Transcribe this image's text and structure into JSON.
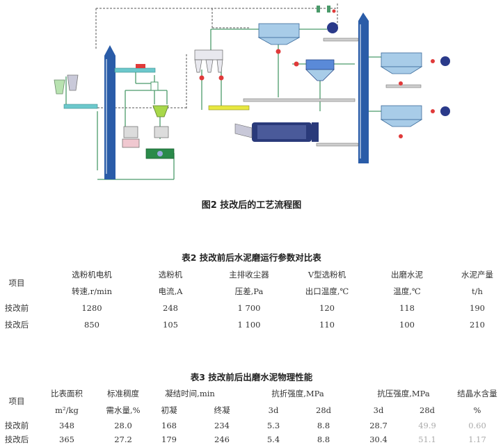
{
  "figure": {
    "caption": "图2 技改后的工艺流程图"
  },
  "table2": {
    "caption": "表2 技改前后水泥磨运行参数对比表",
    "row_header": "项目",
    "columns": [
      {
        "line1": "选粉机电机",
        "line2": "转速,r/min"
      },
      {
        "line1": "选粉机",
        "line2": "电流,A"
      },
      {
        "line1": "主排收尘器",
        "line2": "压差,Pa"
      },
      {
        "line1": "V型选粉机",
        "line2": "出口温度,℃"
      },
      {
        "line1": "出磨水泥",
        "line2": "温度,℃"
      },
      {
        "line1": "水泥产量",
        "line2": "t/h"
      }
    ],
    "rows": [
      {
        "label": "技改前",
        "values": [
          "1280",
          "248",
          "1 700",
          "120",
          "118",
          "190"
        ]
      },
      {
        "label": "技改后",
        "values": [
          "850",
          "105",
          "1 100",
          "110",
          "100",
          "210"
        ]
      }
    ]
  },
  "table3": {
    "caption": "表3 技改前后出磨水泥物理性能",
    "row_header": "项目",
    "head1": [
      "比表面积",
      "标准稠度",
      "凝结时间,min",
      "抗折强度,MPa",
      "抗压强度,MPa",
      "结晶水含量"
    ],
    "head2": [
      "m²/kg",
      "需水量,%",
      "初凝",
      "终凝",
      "3d",
      "28d",
      "3d",
      "28d",
      "%"
    ],
    "rows": [
      {
        "label": "技改前",
        "values": [
          "348",
          "28.0",
          "168",
          "234",
          "5.3",
          "8.8",
          "28.7",
          "49.9",
          "0.60"
        ]
      },
      {
        "label": "技改后",
        "values": [
          "365",
          "27.2",
          "179",
          "246",
          "5.4",
          "8.8",
          "30.4",
          "51.1",
          "1.17"
        ]
      }
    ]
  }
}
